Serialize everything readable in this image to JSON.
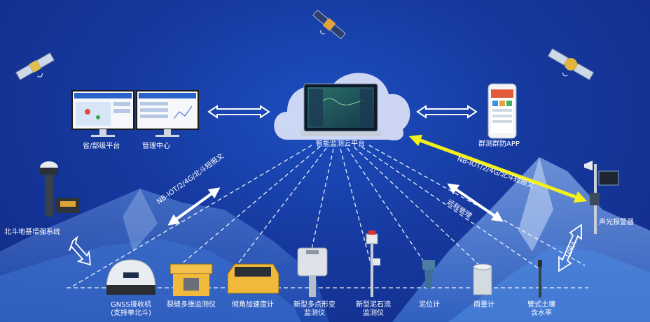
{
  "labels": {
    "provincial_platform": "省/部级平台",
    "management_center": "管理中心",
    "cloud_platform": "智能监测云平台",
    "mass_prevention_app": "群测群防APP",
    "beidou_system": "北斗地基增强系统",
    "alarm": "声光报警器",
    "link_left": "NB-IOT/2/4G/北斗短报文",
    "link_right": "NB-IOT/2/4G/北斗短报文",
    "remote_mgmt": "远程管理",
    "lora": "LORA"
  },
  "sensors": [
    {
      "line1": "GNSS接收机",
      "line2": "(支持单北斗)"
    },
    {
      "line1": "裂缝多维监测仪",
      "line2": ""
    },
    {
      "line1": "倾角加速度计",
      "line2": ""
    },
    {
      "line1": "新型多点形变",
      "line2": "监测仪"
    },
    {
      "line1": "新型泥石流",
      "line2": "监测仪"
    },
    {
      "line1": "泥位计",
      "line2": ""
    },
    {
      "line1": "雨量计",
      "line2": ""
    },
    {
      "line1": "管式土壤",
      "line2": "含水率"
    }
  ],
  "colors": {
    "background": "#14328f",
    "arrow_yellow": "#f4f01a",
    "arrow_white": "#ffffff",
    "cloud": "#d6def5"
  }
}
